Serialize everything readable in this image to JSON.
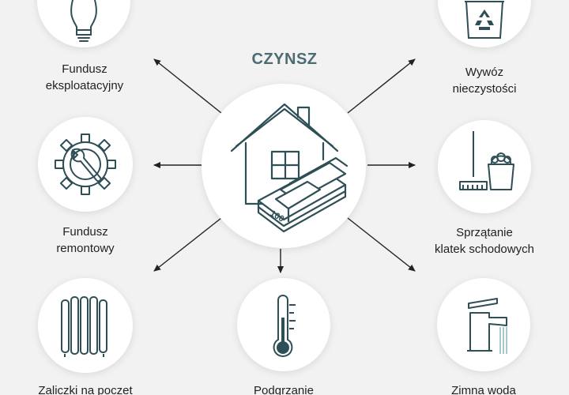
{
  "title": "CZYNSZ",
  "items": [
    {
      "id": "fundusz-eksploatacyjny",
      "icon": "lightbulb-icon",
      "lines": [
        "Fundusz",
        "eksploatacyjny"
      ]
    },
    {
      "id": "wywoz-nieczystosci",
      "icon": "recycle-bin-icon",
      "lines": [
        "Wywóz",
        "nieczystości"
      ]
    },
    {
      "id": "fundusz-remontowy",
      "icon": "gear-wrench-icon",
      "lines": [
        "Fundusz",
        "remontowy"
      ]
    },
    {
      "id": "sprzatanie-klatek",
      "icon": "mop-bucket-icon",
      "lines": [
        "Sprzątanie",
        "klatek schodowych"
      ]
    },
    {
      "id": "zaliczki-ogrzewanie",
      "icon": "radiator-icon",
      "lines": [
        "Zaliczki na poczet"
      ]
    },
    {
      "id": "podgrzanie-wody",
      "icon": "thermometer-icon",
      "lines": [
        "Podgrzanie"
      ]
    },
    {
      "id": "zimna-woda",
      "icon": "faucet-icon",
      "lines": [
        "Zimna woda"
      ]
    }
  ],
  "center": {
    "icon": "house-money-icon",
    "banknote_text": "100"
  },
  "colors": {
    "line": "#2f4f56",
    "accent": "#4c6b72",
    "background": "#f2f2f2",
    "circle": "#ffffff"
  }
}
